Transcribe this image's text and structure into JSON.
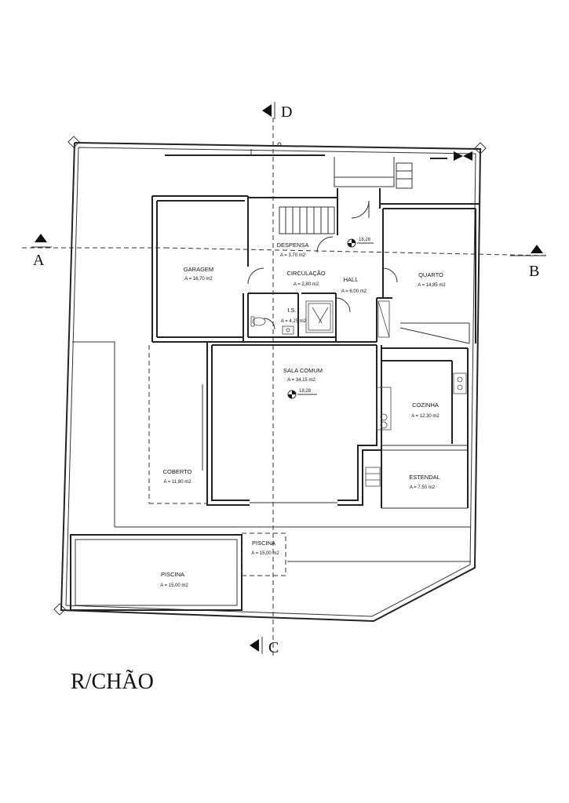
{
  "sections": {
    "a": "A",
    "b": "B",
    "c": "C",
    "d": "D"
  },
  "levels": {
    "hall": "18,28",
    "sala": "18,28"
  },
  "rooms": {
    "despensa": {
      "name": "DESPENSA",
      "area": "A = 3,70 m2"
    },
    "garagem": {
      "name": "GARAGEM",
      "area": "A = 16,70 m2"
    },
    "circulacao": {
      "name": "CIRCULAÇÃO",
      "area": "A = 2,80 m2"
    },
    "hall": {
      "name": "HALL",
      "area": "A = 6,00 m2"
    },
    "quarto": {
      "name": "QUARTO",
      "area": "A = 14,85 m2"
    },
    "is": {
      "name": "I.S.",
      "area": "A = 4,25 m2"
    },
    "sala": {
      "name": "SALA COMUM",
      "area": "A = 34,15 m2"
    },
    "cozinha": {
      "name": "COZINHA",
      "area": "A = 12,30 m2"
    },
    "coberto": {
      "name": "COBERTO",
      "area": "A = 11,80 m2"
    },
    "estendal": {
      "name": "ESTENDAL",
      "area": "A = 7,50 m2"
    },
    "piscina_small": {
      "name": "PISCINA",
      "area": "A = 15,00 m2"
    },
    "piscina": {
      "name": "PISCINA",
      "area": "A = 15,00 m2"
    }
  },
  "floor_label": "R/CHÃO"
}
